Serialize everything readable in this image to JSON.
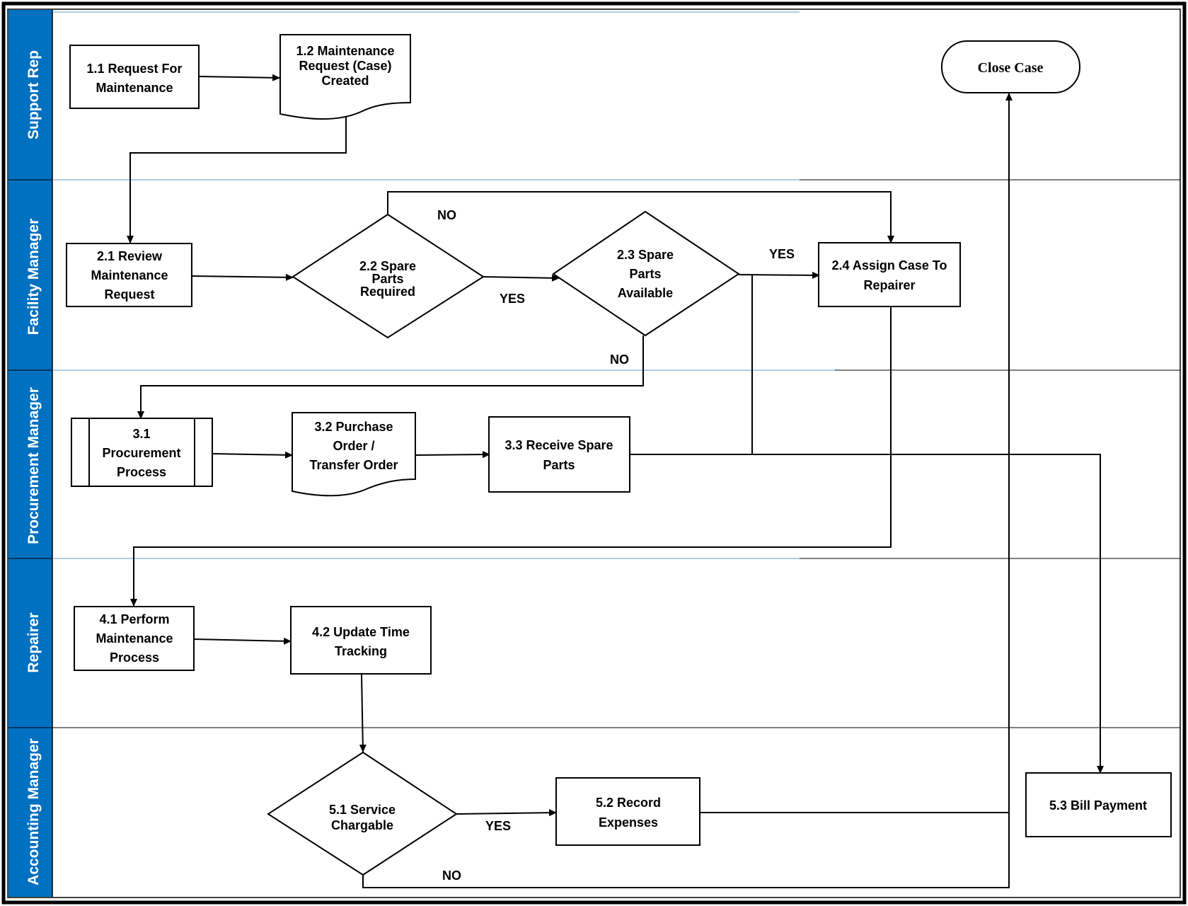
{
  "lanes": [
    {
      "id": "support",
      "label": "Support Rep"
    },
    {
      "id": "facility",
      "label": "Facility Manager"
    },
    {
      "id": "procurement",
      "label": "Procurement Manager"
    },
    {
      "id": "repairer",
      "label": "Repairer"
    },
    {
      "id": "accounting",
      "label": "Accounting Manager"
    }
  ],
  "nodes": {
    "n11": {
      "lines": [
        "1.1 Request For",
        "Maintenance"
      ]
    },
    "n12": {
      "lines": [
        "1.2 Maintenance",
        "Request (Case)",
        "Created"
      ]
    },
    "close": {
      "lines": [
        "Close Case"
      ]
    },
    "n21": {
      "lines": [
        "2.1 Review",
        "Maintenance",
        "Request"
      ]
    },
    "n22": {
      "lines": [
        "2.2 Spare",
        "Parts",
        "Required"
      ]
    },
    "n23": {
      "lines": [
        "2.3 Spare",
        "Parts",
        "Available"
      ]
    },
    "n24": {
      "lines": [
        "2.4 Assign Case To",
        "Repairer"
      ]
    },
    "n31": {
      "lines": [
        "3.1",
        "Procurement",
        "Process"
      ]
    },
    "n32": {
      "lines": [
        "3.2 Purchase",
        "Order /",
        "Transfer Order"
      ]
    },
    "n33": {
      "lines": [
        "3.3  Receive Spare",
        "Parts"
      ]
    },
    "n41": {
      "lines": [
        "4.1  Perform",
        "Maintenance",
        "Process"
      ]
    },
    "n42": {
      "lines": [
        "4.2 Update Time",
        "Tracking"
      ]
    },
    "n51": {
      "lines": [
        "5.1 Service",
        "Chargable"
      ]
    },
    "n52": {
      "lines": [
        "5.2 Record",
        "Expenses"
      ]
    },
    "n53": {
      "lines": [
        "5.3  Bill Payment"
      ]
    }
  },
  "edge_labels": {
    "e22_no": "NO",
    "e22_yes": "YES",
    "e23_yes": "YES",
    "e23_no": "NO",
    "e51_yes": "YES",
    "e51_no": "NO"
  },
  "colors": {
    "lane_header": "#0070c0",
    "lane_divider_accent": "#5b9bd5",
    "stroke": "#000000",
    "background": "#ffffff"
  }
}
